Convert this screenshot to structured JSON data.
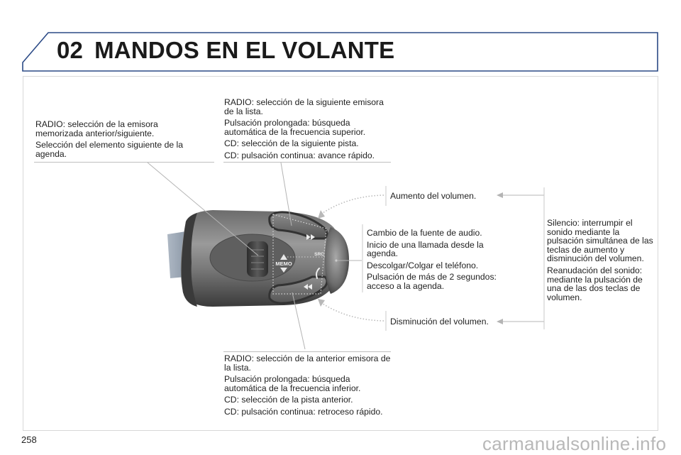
{
  "header": {
    "chapter_number": "02",
    "title": "MANDOS EN EL VOLANTE",
    "frame_color": "#2b4a86"
  },
  "control": {
    "memo_label": "MEMO",
    "src_label": "SRC",
    "icons": [
      "thumbwheel",
      "fast-forward-icon",
      "rewind-icon",
      "phone-icon",
      "arrow-up-icon",
      "arrow-down-icon"
    ]
  },
  "callouts": {
    "top_left": {
      "paragraphs": [
        "RADIO: selección de la emisora memorizada anterior/siguiente.",
        "Selección del elemento siguiente de la agenda."
      ]
    },
    "top_center": {
      "paragraphs": [
        "RADIO: selección de la siguiente emisora de la lista.",
        "Pulsación prolongada: búsqueda automática de la frecuencia superior.",
        "CD: selección de la siguiente pista.",
        "CD: pulsación continua: avance rápido."
      ]
    },
    "volume_up": {
      "text": "Aumento del volumen."
    },
    "source": {
      "paragraphs": [
        "Cambio de la fuente de audio.",
        "Inicio de una llamada desde la agenda.",
        "Descolgar/Colgar el teléfono.",
        "Pulsación de más de 2 segundos: acceso a la agenda."
      ]
    },
    "mute": {
      "paragraphs": [
        "Silencio: interrumpir el sonido mediante la pulsación simultánea de las teclas de aumento y disminución del volumen.",
        "Reanudación del sonido: mediante la pulsación de una de las dos teclas de volumen."
      ]
    },
    "volume_down": {
      "text": "Disminución del volumen."
    },
    "bottom_center": {
      "paragraphs": [
        "RADIO: selección de la anterior emisora de la lista.",
        "Pulsación prolongada: búsqueda automática de la frecuencia inferior.",
        "CD: selección de la pista anterior.",
        "CD: pulsación continua: retroceso rápido."
      ]
    }
  },
  "footer": {
    "page_number": "258",
    "watermark": "carmanualsonline.info"
  }
}
